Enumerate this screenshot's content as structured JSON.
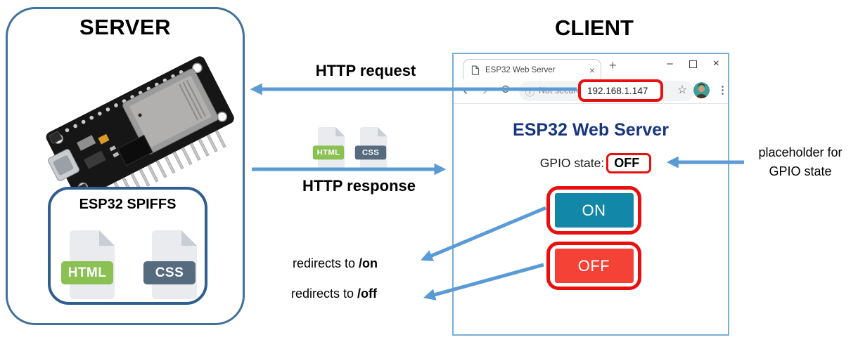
{
  "diagram": {
    "server_title": "SERVER",
    "client_title": "CLIENT",
    "spiffs_title": "ESP32 SPIFFS",
    "http_request_label": "HTTP request",
    "http_response_label": "HTTP response",
    "file_badges": {
      "html": "HTML",
      "css": "CSS"
    },
    "annotations": {
      "placeholder_line1": "placeholder for",
      "placeholder_line2": "GPIO state",
      "redirect_prefix": "redirects to",
      "redirect_on_path": "/on",
      "redirect_off_path": "/off"
    },
    "colors": {
      "arrow_blue": "#5b9bd5",
      "server_border": "#41719c",
      "spiffs_border": "#2f5e8f",
      "highlight_red": "#e8100e",
      "html_badge_green": "#8bc053",
      "css_badge_slate": "#566b7e"
    }
  },
  "browser": {
    "tab_title": "ESP32 Web Server",
    "security_text": "Not secure",
    "url": "192.168.1.147",
    "icons": {
      "tab_close": "×",
      "new_tab": "+",
      "minimize": "–",
      "window_close": "×",
      "back": "‹",
      "forward": "›",
      "reload": "⟳",
      "info": "ⓘ",
      "star": "☆",
      "menu": "⋮"
    },
    "page": {
      "heading": "ESP32 Web Server",
      "gpio_label": "GPIO state:",
      "gpio_value": "OFF",
      "on_button_label": "ON",
      "off_button_label": "OFF",
      "heading_color": "#18367e",
      "on_button_color": "#1287a8",
      "off_button_color": "#f44336"
    }
  }
}
